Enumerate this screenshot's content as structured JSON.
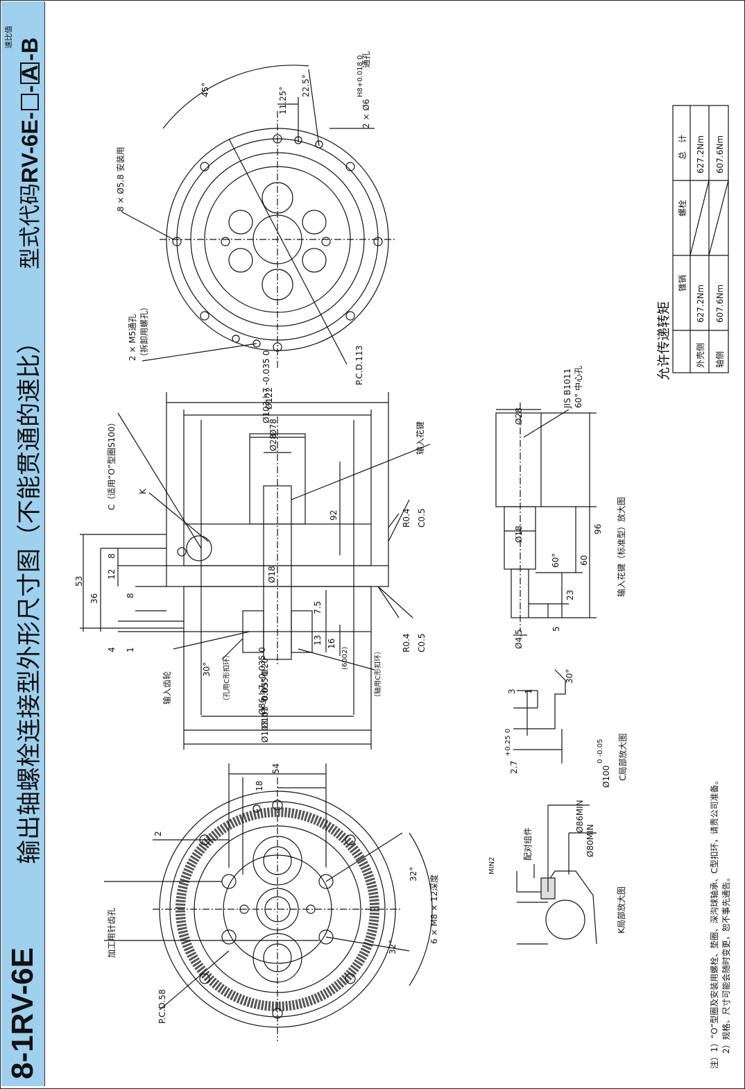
{
  "header": {
    "section_id": "8-1RV-6E",
    "title": "输出轴螺栓连接型外形尺寸图（不能贯通的速比）",
    "model_code_prefix": "型式代码",
    "model_code_main": "RV-6E-",
    "model_code_box_label": "速比值",
    "model_code_box_A": "A",
    "model_code_suffix": "-B"
  },
  "front_view_output": {
    "pcd": "P.C.D.58",
    "pin_hole": "加工用针齿孔",
    "tapped_holes": "6 × M8 × 12深度",
    "dim_54": "54",
    "dim_18": "18",
    "dim_2": "2",
    "angle_a": "32°",
    "angle_b": "32°"
  },
  "front_view_input": {
    "pcd": "P.C.D.113",
    "mount_holes": "8 × Ø5.8 安装用",
    "release_holes": "2 × M5通孔",
    "release_note": "（拆卸用螺孔）",
    "pin_holes": "2 × Ø6",
    "pin_tol": "H8+0.018 0",
    "pin_suffix": "通孔",
    "angle_45": "45°",
    "angle_22_5": "22.5°",
    "angle_11_25": "11.25°"
  },
  "section_view": {
    "d122": "Ø122",
    "d103_top": "Ø103 h7 -0.035 0",
    "d78": "Ø78",
    "d28": "Ø28",
    "d18": "Ø18",
    "d86": "Ø86 h7 -0.035 0",
    "d103_mid": "Ø103 -0.05 -0.20",
    "d103_bot": "Ø103 h7 -0.035 0",
    "len53": "53",
    "len36": "36",
    "len12": "12",
    "len8a": "8",
    "len8b": "8",
    "len4": "4",
    "len1": "1",
    "len92": "92",
    "len7_5": "7.5",
    "len13": "13",
    "len16": "16",
    "bearing": "(6002)",
    "r04a": "R0.4",
    "c05a": "C0.5",
    "r04b": "R0.4",
    "c05b": "C0.5",
    "angle30": "30°",
    "c_label": "C（适用“O”型圈S100）",
    "k_label": "K",
    "spline_label": "输入花键",
    "gear_label": "输入齿轮",
    "circlip_hole": "（孔用C形扣环）",
    "circlip_shaft": "（轴用C形扣环）"
  },
  "spline_detail": {
    "title": "输入花键（标准型）放大图",
    "d28": "Ø28",
    "d18": "Ø18",
    "d4_5": "Ø4.5",
    "len96": "96",
    "len60": "60",
    "len23": "23",
    "len5": "5",
    "angle60": "60°",
    "center_hole": "JIS B1011",
    "center_hole_2": "60° 中心孔"
  },
  "c_detail": {
    "title": "C局部放大图",
    "dim_3": "3",
    "dim_1": "1",
    "dim_2_7": "2.7",
    "dim_2_7_tol": "+0.25 0",
    "d100": "Ø100",
    "d100_tol": "0 -0.05",
    "angle30": "30°"
  },
  "k_detail": {
    "title": "K局部放大图",
    "part": "配对组件",
    "min2": "MIN2",
    "d86": "Ø86MIN",
    "d80": "Ø80MIN"
  },
  "torque_table": {
    "title": "允许传递转矩",
    "headers": [
      "",
      "螺栓",
      "锥销",
      "总　计"
    ],
    "rows": [
      [
        "外壳侧",
        "627.2Nm",
        "",
        "627.2Nm"
      ],
      [
        "轴侧",
        "607.6Nm",
        "",
        "607.6Nm"
      ]
    ]
  },
  "notes": {
    "line1": "注）1）“O”型圈及安装用螺栓、垫圈、深沟球轴承、C型扣环，请贵公司准备。",
    "line2": "2）规格、尺寸可能会随时变更，恕不事先通告。"
  }
}
